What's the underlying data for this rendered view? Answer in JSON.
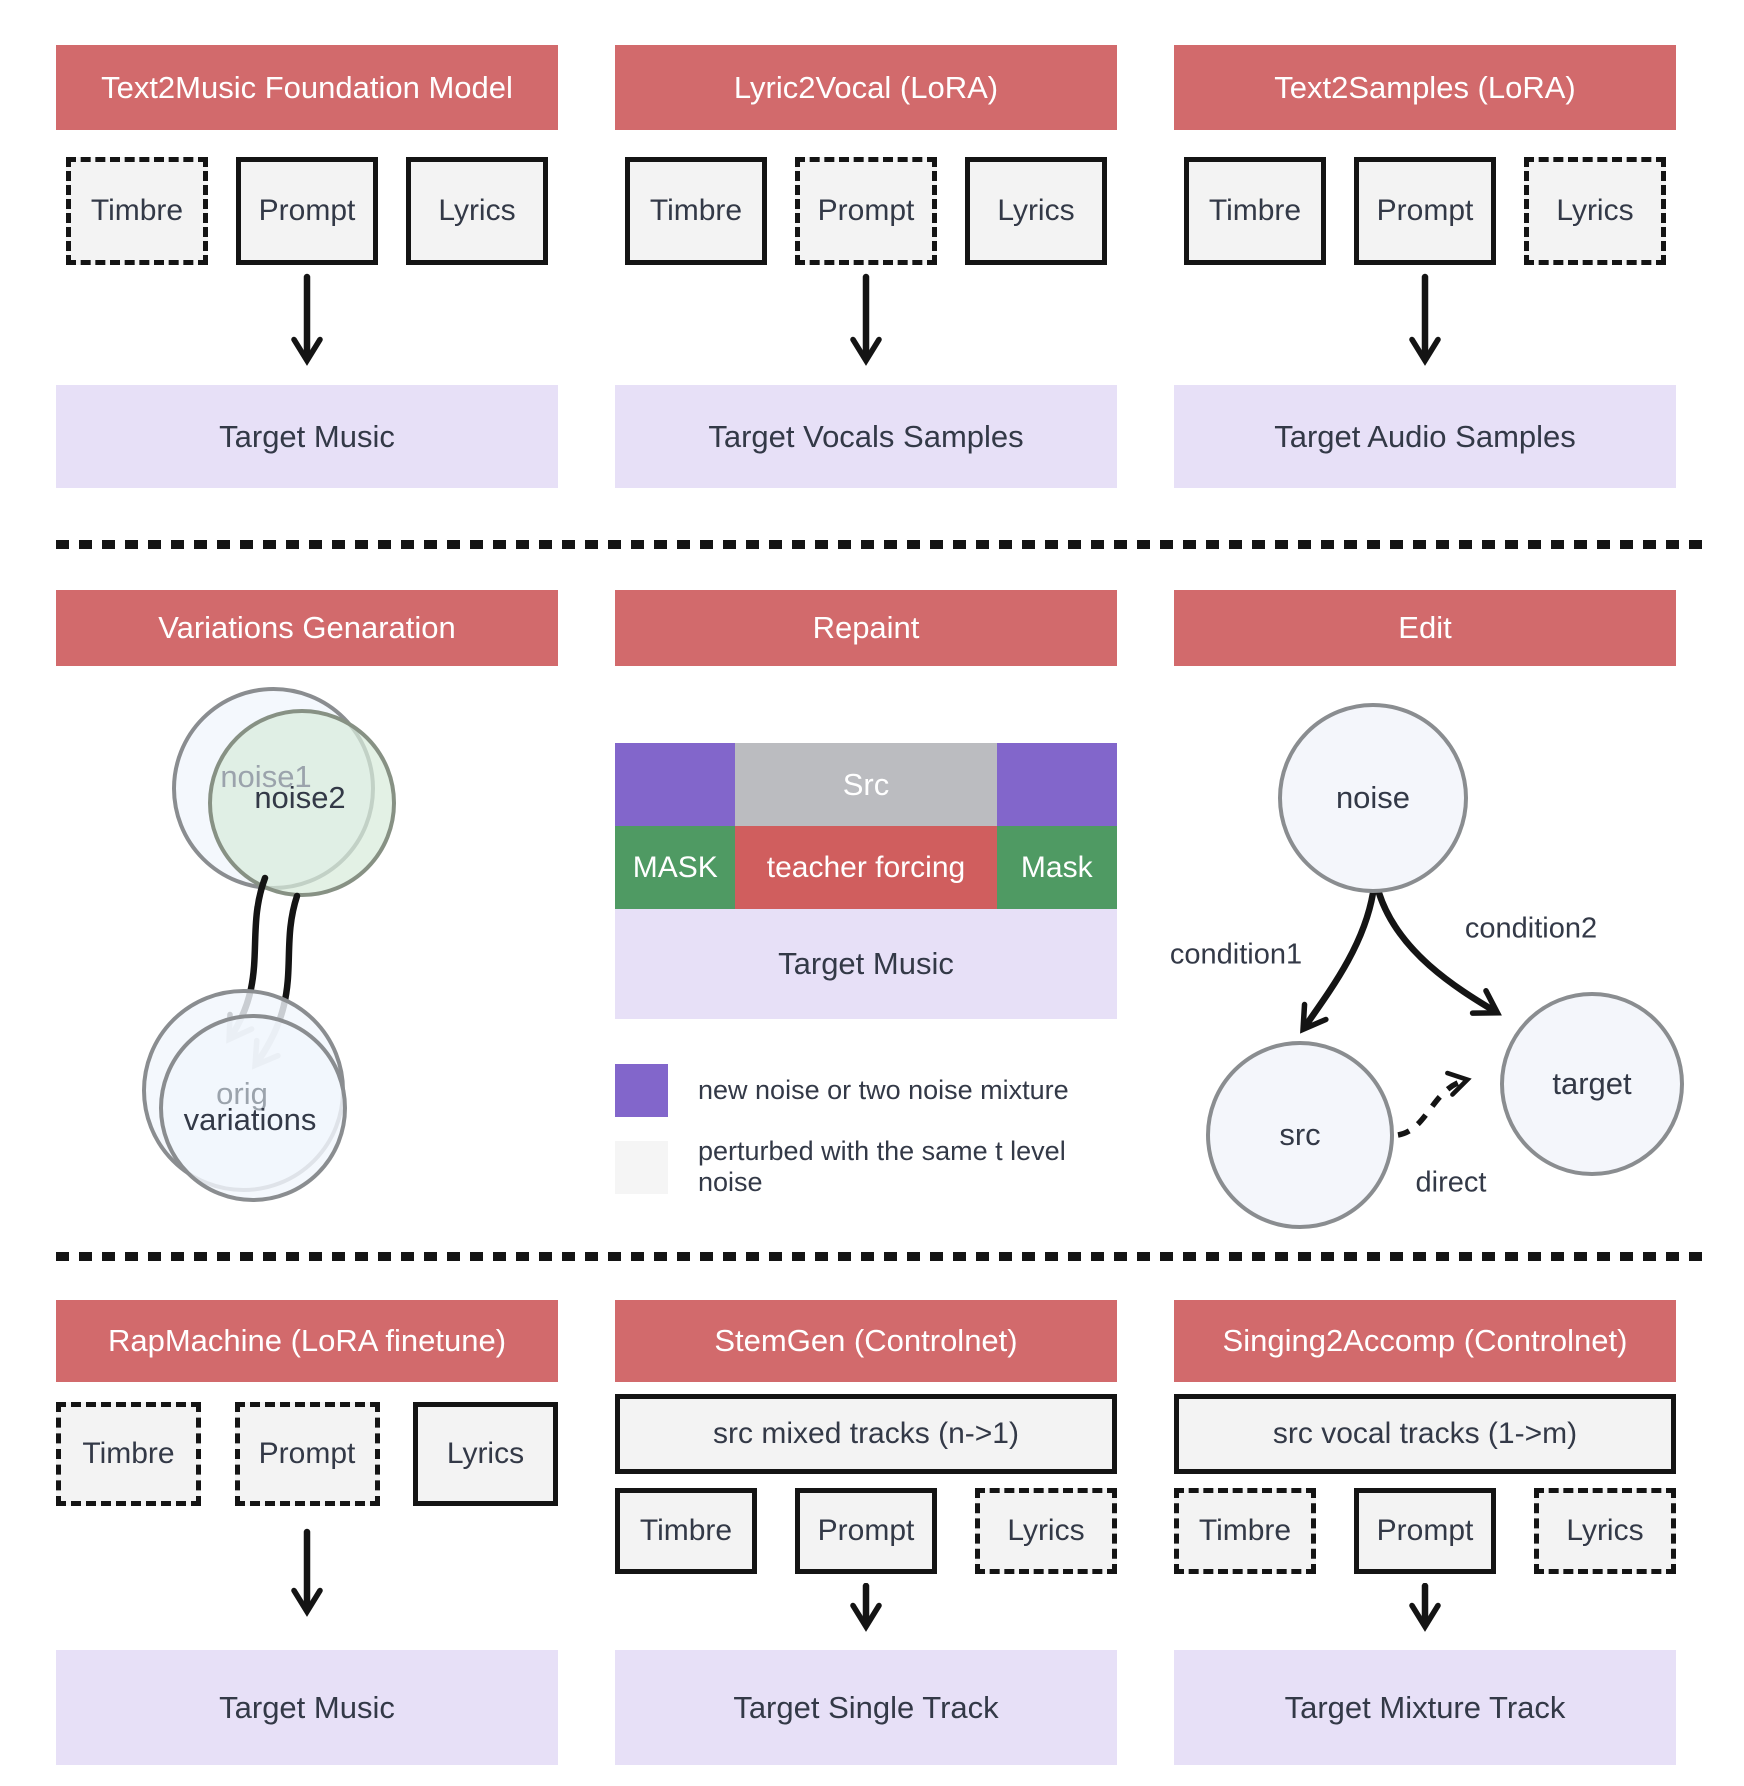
{
  "colors": {
    "header_red": "#D26A6C",
    "block_red": "#D05E5E",
    "purple": "#8266CB",
    "green": "#4F9A63",
    "gray_block": "#BBBCC0",
    "lavender": "#E7E0F7",
    "box_fill": "#F3F3F3",
    "legend_light": "#F5F5F5",
    "circle_blue": "#F4F6FB",
    "circle_border": "#8A8D90",
    "border_dark": "#141414",
    "ink": "#333947",
    "muted_text": "#9BA3AC"
  },
  "panels": {
    "text2music": {
      "title": "Text2Music Foundation Model",
      "timbre": "Timbre",
      "prompt": "Prompt",
      "lyrics": "Lyrics",
      "target": "Target Music"
    },
    "lyric2vocal": {
      "title": "Lyric2Vocal (LoRA)",
      "timbre": "Timbre",
      "prompt": "Prompt",
      "lyrics": "Lyrics",
      "target": "Target Vocals Samples"
    },
    "text2samples": {
      "title": "Text2Samples (LoRA)",
      "timbre": "Timbre",
      "prompt": "Prompt",
      "lyrics": "Lyrics",
      "target": "Target Audio Samples"
    },
    "variations": {
      "title": "Variations Genaration",
      "noise1": "noise1",
      "noise2": "noise2",
      "orig": "orig",
      "variations": "variations"
    },
    "repaint": {
      "title": "Repaint",
      "src": "Src",
      "mask_left": "MASK",
      "teacher_forcing": "teacher forcing",
      "mask_right": "Mask",
      "target": "Target Music",
      "legend": [
        {
          "label": "new noise or two noise mixture"
        },
        {
          "label": "perturbed with the same t level noise"
        }
      ]
    },
    "edit": {
      "title": "Edit",
      "noise": "noise",
      "src": "src",
      "target": "target",
      "condition1": "condition1",
      "condition2": "condition2",
      "direct": "direct"
    },
    "rapmachine": {
      "title": "RapMachine (LoRA finetune)",
      "timbre": "Timbre",
      "prompt": "Prompt",
      "lyrics": "Lyrics",
      "target": "Target Music"
    },
    "stemgen": {
      "title": "StemGen (Controlnet)",
      "src_box": "src mixed tracks (n->1)",
      "timbre": "Timbre",
      "prompt": "Prompt",
      "lyrics": "Lyrics",
      "target": "Target Single Track"
    },
    "singing2accomp": {
      "title": "Singing2Accomp (Controlnet)",
      "src_box": "src vocal tracks (1->m)",
      "timbre": "Timbre",
      "prompt": "Prompt",
      "lyrics": "Lyrics",
      "target": "Target Mixture Track"
    }
  }
}
